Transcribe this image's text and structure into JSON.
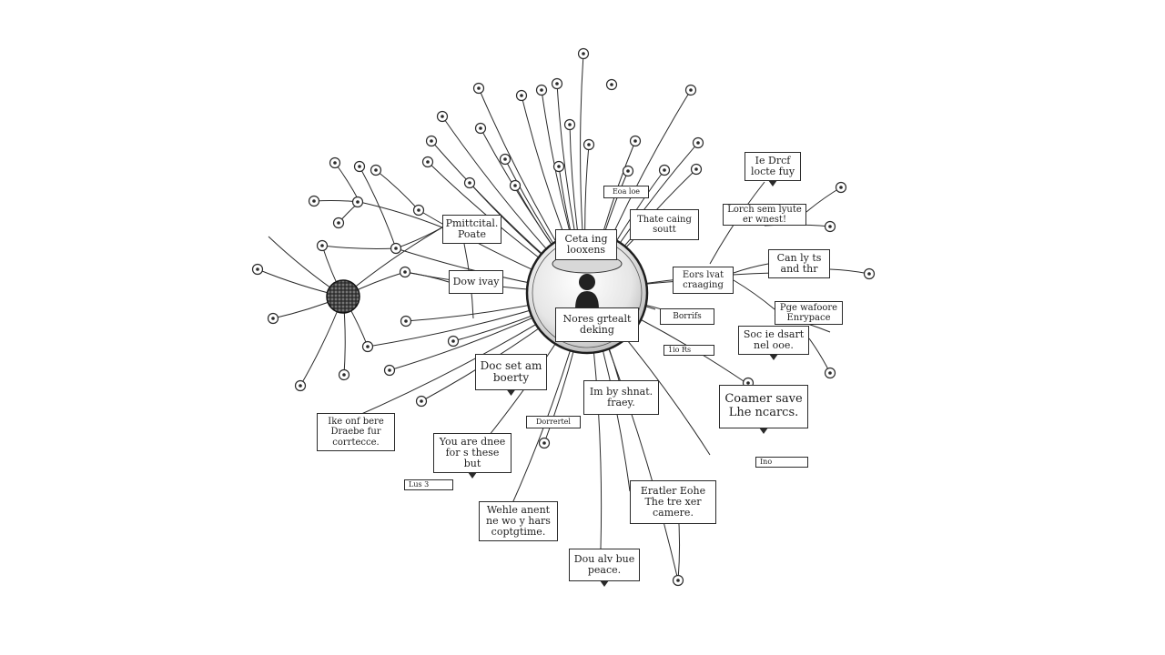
{
  "diagram": {
    "colors": {
      "ink": "#2a2a2a",
      "paper": "#ffffff",
      "hub_fill": "#ececec"
    },
    "hub_label": "Ceta ing\nlooxens",
    "hub_icon": "person-silhouette-icon",
    "texture_node": "scribble-node-icon",
    "labels": [
      {
        "id": "top-hat",
        "text": "Ie Drcf\nlocte fuy"
      },
      {
        "id": "lorch",
        "text": "Lorch sem lyute\ner wnest!"
      },
      {
        "id": "can-ly",
        "text": "Can ly ts\nand thr"
      },
      {
        "id": "pge",
        "text": "Pge wafoore\nEnrypace"
      },
      {
        "id": "soc",
        "text": "Soc ie dsart\nnel ooe."
      },
      {
        "id": "coamer",
        "text": "Coamer save\nLhe ncarcs."
      },
      {
        "id": "thate",
        "text": "Thate caing\nsoutt"
      },
      {
        "id": "eors",
        "text": "Eors lvat\ncraaging"
      },
      {
        "id": "small-top",
        "text": "Eoa loe"
      },
      {
        "id": "pm",
        "text": "Pmittcital.\nPoate"
      },
      {
        "id": "dow",
        "text": "Dow ivay"
      },
      {
        "id": "norn",
        "text": "Nores grtealt\ndeking"
      },
      {
        "id": "borrifs",
        "text": "Borrifs"
      },
      {
        "id": "dou-poc",
        "text": "Doc set am\nboerty"
      },
      {
        "id": "im",
        "text": "Im by shnat.\nfraey."
      },
      {
        "id": "dor-small",
        "text": "Dorrertel"
      },
      {
        "id": "ike",
        "text": "Ike onf bere\nDraebe fur\ncorrtecce."
      },
      {
        "id": "you",
        "text": "You are dnee\nfor s these\nbut"
      },
      {
        "id": "we",
        "text": "Wehle anent\nne wo y hars\ncoptgtime."
      },
      {
        "id": "dou-bue",
        "text": "Dou alv bue\npeace."
      },
      {
        "id": "eratler",
        "text": "Eratler Eohe\nThe tre xer\ncamere."
      }
    ],
    "tiny_labels": [
      {
        "id": "tiny-1",
        "text": "1io Rs"
      },
      {
        "id": "tiny-2",
        "text": "Lus 3"
      },
      {
        "id": "tiny-3",
        "text": "Ino"
      }
    ]
  }
}
